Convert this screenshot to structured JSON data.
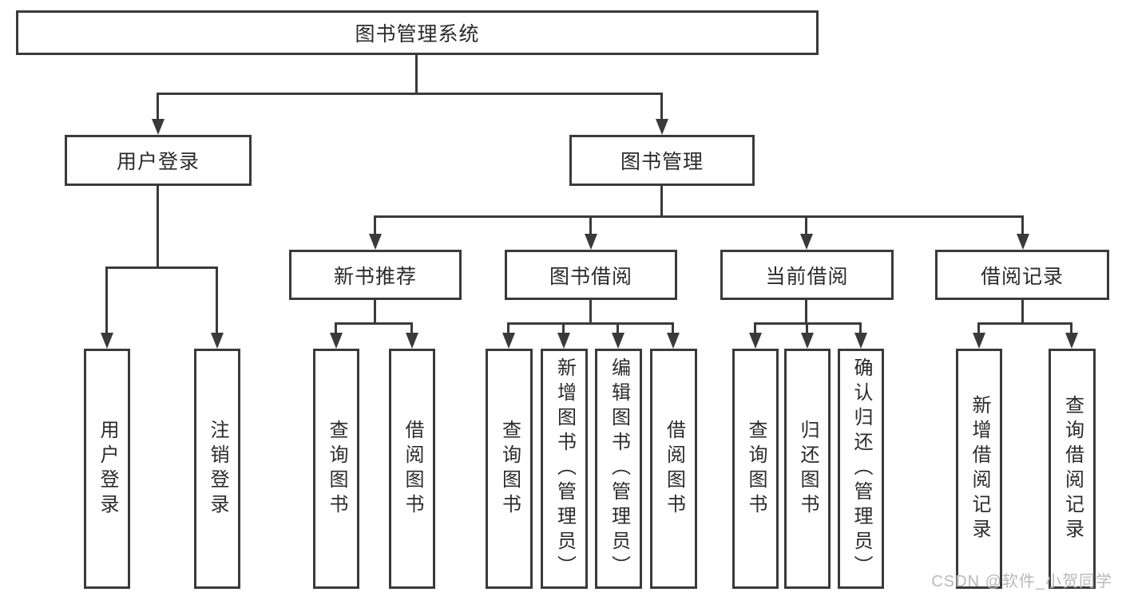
{
  "colors": {
    "line": "#3a3a3a",
    "text": "#2b2b2b",
    "background": "#ffffff",
    "watermark": "#b9b9be"
  },
  "watermark": {
    "text": "CSDN @软件_小贺同学"
  },
  "diagram": {
    "root": {
      "label": "图书管理系统",
      "children": [
        {
          "label": "用户登录",
          "children": [
            {
              "label": "用户登录"
            },
            {
              "label": "注销登录"
            }
          ]
        },
        {
          "label": "图书管理",
          "children": [
            {
              "label": "新书推荐",
              "children": [
                {
                  "label": "查询图书"
                },
                {
                  "label": "借阅图书"
                }
              ]
            },
            {
              "label": "图书借阅",
              "children": [
                {
                  "label": "查询图书"
                },
                {
                  "label": "新增图书（管理员）"
                },
                {
                  "label": "编辑图书（管理员）"
                },
                {
                  "label": "借阅图书"
                }
              ]
            },
            {
              "label": "当前借阅",
              "children": [
                {
                  "label": "查询图书"
                },
                {
                  "label": "归还图书"
                },
                {
                  "label": "确认归还（管理员）"
                }
              ]
            },
            {
              "label": "借阅记录",
              "children": [
                {
                  "label": "新增借阅记录"
                },
                {
                  "label": "查询借阅记录"
                }
              ]
            }
          ]
        }
      ]
    }
  }
}
